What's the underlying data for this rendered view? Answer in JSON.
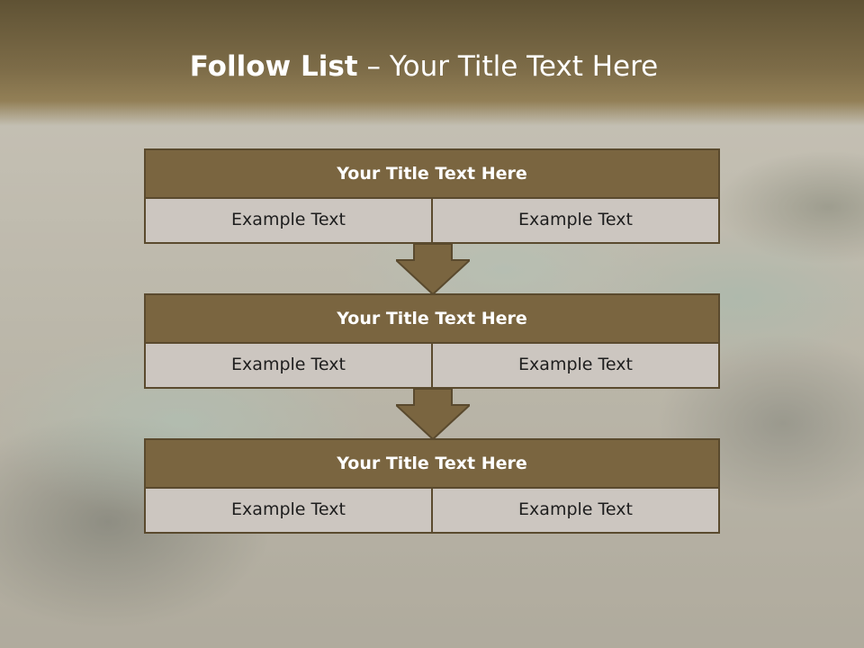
{
  "slide": {
    "title_bold": "Follow List",
    "title_rest": " – Your Title Text Here"
  },
  "blocks": [
    {
      "title": "Your Title Text Here",
      "left": "Example Text",
      "right": "Example Text"
    },
    {
      "title": "Your Title Text Here",
      "left": "Example Text",
      "right": "Example Text"
    },
    {
      "title": "Your Title Text Here",
      "left": "Example Text",
      "right": "Example Text"
    }
  ],
  "colors": {
    "header": "#7a6540",
    "cell": "#ccc6c0",
    "border": "#5a4a2e",
    "band": "#7d6c48"
  },
  "icons": [
    "down-arrow-icon",
    "down-arrow-icon"
  ]
}
